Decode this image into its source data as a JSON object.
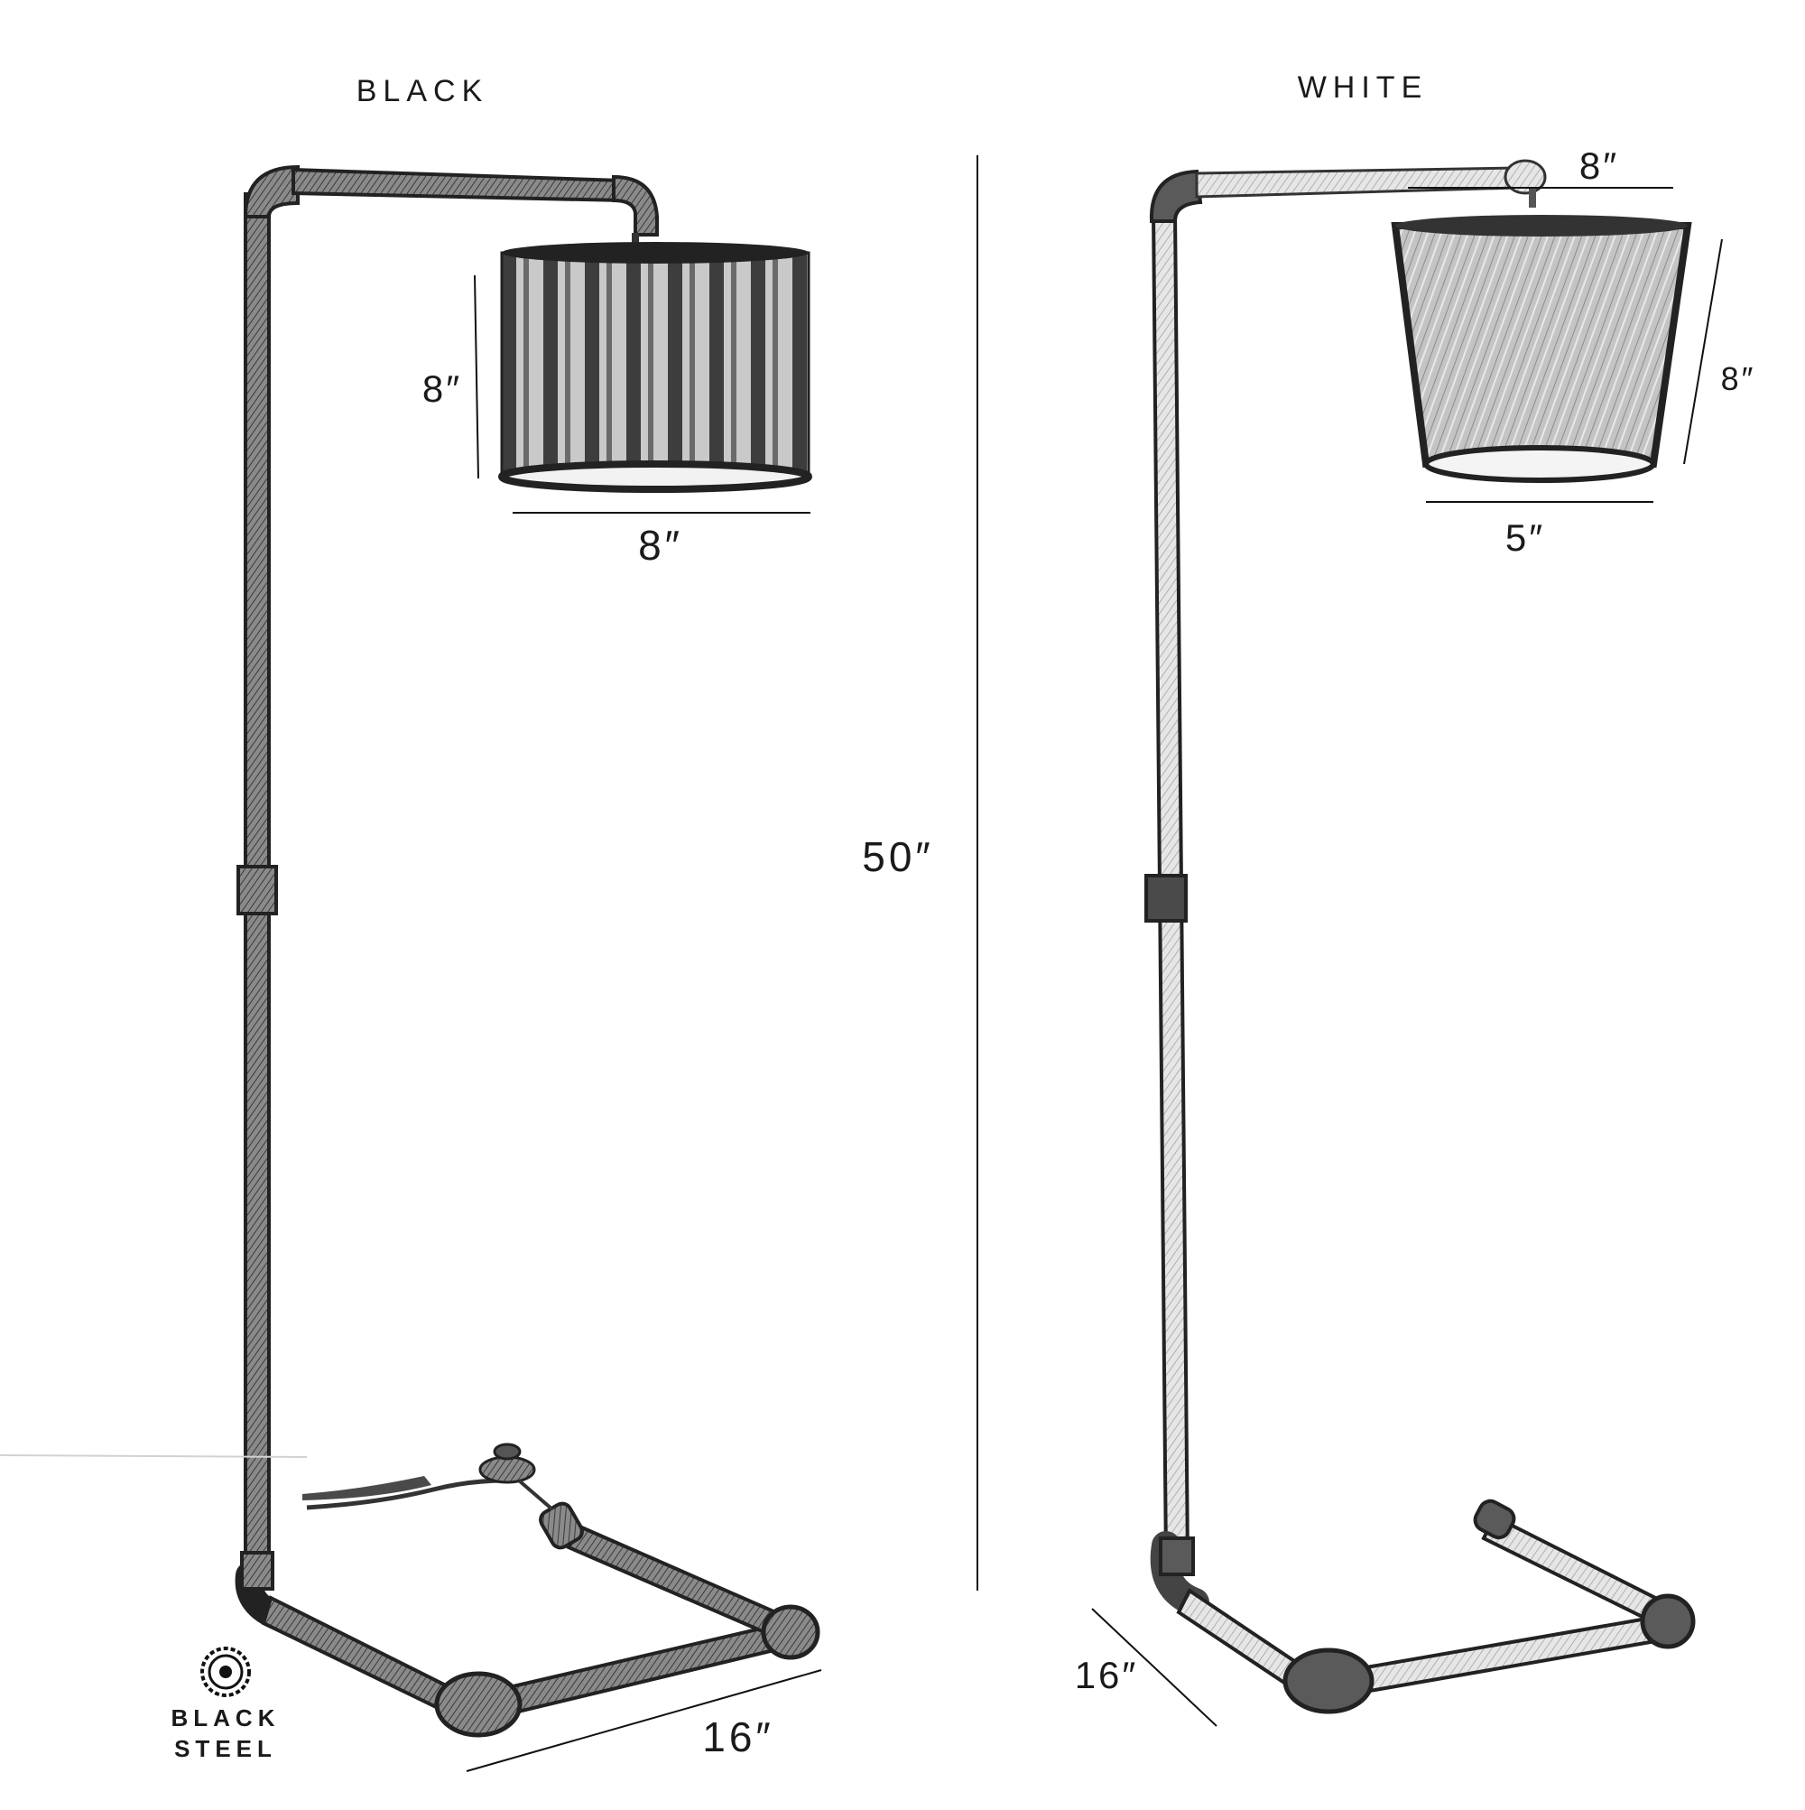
{
  "labels": {
    "black_title": "BLACK",
    "white_title": "WHITE",
    "overall_height": "50″"
  },
  "black_lamp": {
    "shade_height": "8″",
    "shade_width": "8″",
    "base_depth": "16″"
  },
  "white_lamp": {
    "arm_reach": "8″",
    "shade_height": "8″",
    "shade_width": "5″",
    "base_depth": "16″"
  },
  "brand": {
    "line1": "BLACK",
    "line2": "STEEL",
    "emblem_icon": "gear-emblem-icon"
  },
  "colors": {
    "ink": "#1a1a1a",
    "pipe_dark": "#6e6e6e",
    "pipe_light": "#d8d8d8",
    "shade_black": "#555555",
    "shade_white": "#bdbdbd",
    "paper": "#ffffff"
  }
}
